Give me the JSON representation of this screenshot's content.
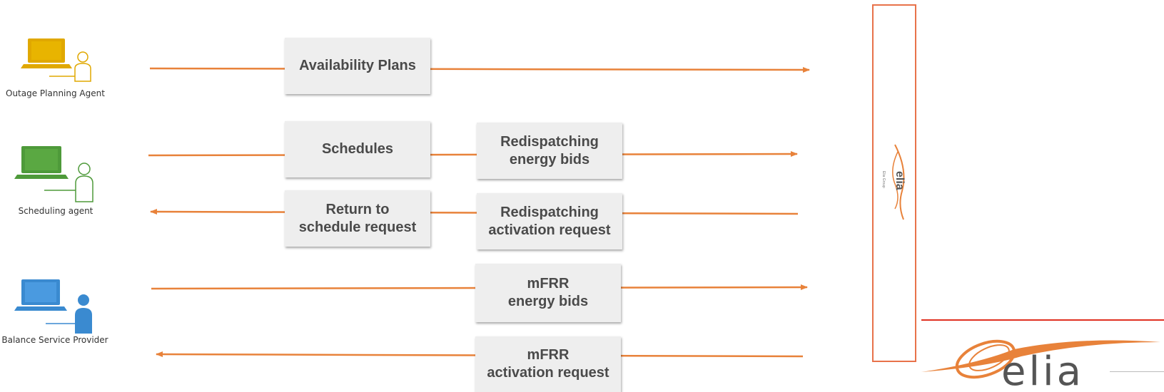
{
  "actors": [
    {
      "label": "Outage Planning Agent",
      "color": "#e0a800"
    },
    {
      "label": "Scheduling agent",
      "color": "#4e9a3a"
    },
    {
      "label": "Balance Service Provider",
      "color": "#3a8ad0"
    }
  ],
  "messages": {
    "availability_plans": "Availability Plans",
    "schedules": "Schedules",
    "redispatching_bids": "Redispatching\nenergy bids",
    "return_to_schedule": "Return to\nschedule  request",
    "redispatching_activation": "Redispatching\nactivation request",
    "mfrr_bids": "mFRR\nenergy bids",
    "mfrr_activation": "mFRR\nactivation request"
  },
  "logo": {
    "small_text": "elia",
    "small_sub": "Elia Group",
    "large_text": "elia"
  },
  "colors": {
    "arrow": "#e8823a",
    "box": "#eeeeee",
    "text": "#4a4a4a",
    "logo": "#555555"
  }
}
